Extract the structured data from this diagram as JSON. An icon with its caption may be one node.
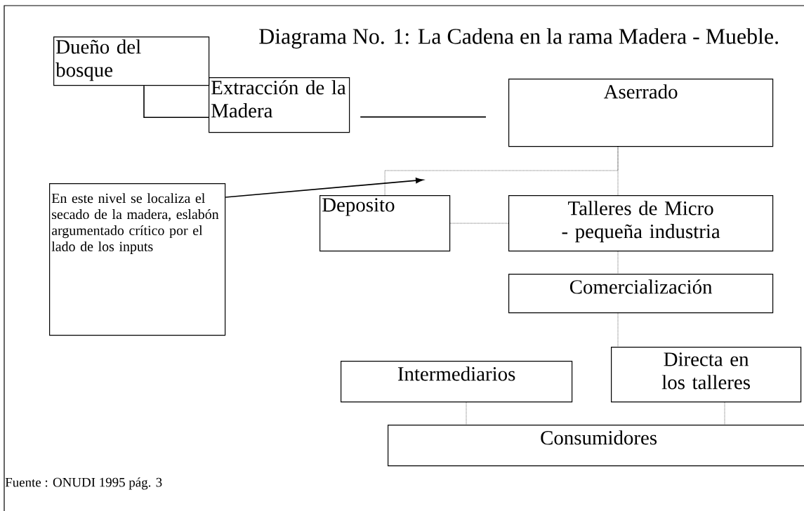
{
  "diagram": {
    "title": "Diagrama No. 1: La Cadena en la rama Madera - Mueble.",
    "nodes": [
      {
        "text": [
          "Dueño del bosque"
        ]
      },
      {
        "text": [
          "Extracción de la Madera"
        ]
      },
      {
        "text": [
          "Aserrado"
        ]
      },
      {
        "text": [
          "En este nivel se localiza el secado de la madera, eslabón  argumentado crítico por el lado de los inputs"
        ]
      },
      {
        "text": [
          "Deposito"
        ]
      },
      {
        "text": [
          "Talleres de Micro - pequeña industria"
        ]
      },
      {
        "text": [
          "Comercialización"
        ]
      },
      {
        "text": [
          "Intermediarios"
        ]
      },
      {
        "text": [
          "Directa en los talleres"
        ]
      },
      {
        "text": [
          "Consumidores"
        ]
      }
    ],
    "edges": [
      {
        "from": 0,
        "to": 1,
        "arrow": "none"
      },
      {
        "from": 1,
        "to": 2,
        "arrow": "none"
      },
      {
        "from": 3,
        "to": null,
        "arrow": "to"
      },
      {
        "from": 2,
        "to": 4,
        "arrow": "none",
        "style": "dashed"
      },
      {
        "from": 2,
        "to": 5,
        "arrow": "none",
        "style": "dashed"
      },
      {
        "from": 4,
        "to": 5,
        "arrow": "none",
        "style": "dashed"
      },
      {
        "from": 5,
        "to": 6,
        "arrow": "none",
        "style": "dashed"
      },
      {
        "from": 6,
        "to": 8,
        "arrow": "none",
        "style": "dashed"
      },
      {
        "from": 7,
        "to": 9,
        "arrow": "none",
        "style": "dashed"
      },
      {
        "from": 8,
        "to": 9,
        "arrow": "none",
        "style": "dashed"
      }
    ],
    "labels": [
      "Fuente : ONUDI 1995 pág. 3"
    ]
  }
}
